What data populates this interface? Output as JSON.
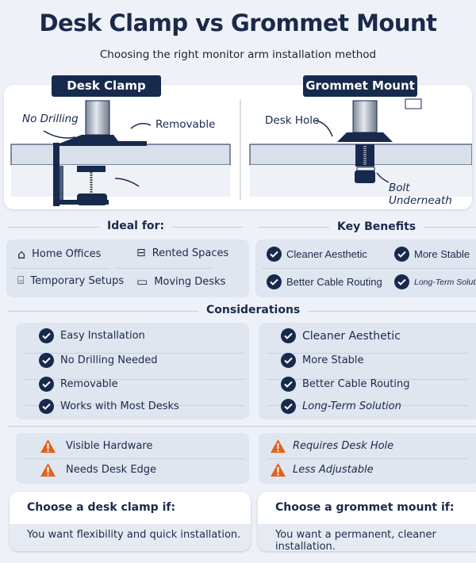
{
  "title": "Desk Clamp vs Grommet Mount",
  "subtitle": "Choosing the right monitor arm installation method",
  "illustration": {
    "clamp": {
      "label": "Desk Clamp",
      "callouts": [
        "No Drilling",
        "Removable"
      ]
    },
    "grommet": {
      "label": "Grommet Mount",
      "callouts": [
        "Desk Hole",
        "Bolt Underneath"
      ]
    }
  },
  "ideal_for": {
    "heading": "Ideal for:",
    "items": [
      {
        "label": "Home Offices",
        "icon": "home-office-icon"
      },
      {
        "label": "Rented Spaces",
        "icon": "rented-space-icon"
      },
      {
        "label": "Temporary Setups",
        "icon": "temporary-setup-icon"
      },
      {
        "label": "Moving Desks",
        "icon": "laptop-desk-icon"
      }
    ]
  },
  "key_benefits": {
    "heading": "Key Benefits",
    "items": [
      "Cleaner Aesthetic",
      "More Stable",
      "Better Cable Routing",
      "Long-Term Solution"
    ]
  },
  "considerations": {
    "heading": "Considerations",
    "clamp_pros": [
      "Easy Installation",
      "No Drilling Needed",
      "Removable",
      "Works with Most Desks"
    ],
    "grommet_pros": [
      "Cleaner Aesthetic",
      "More Stable",
      "Better Cable Routing",
      "Long-Term Solution"
    ],
    "clamp_cons": [
      "Visible Hardware",
      "Needs Desk Edge"
    ],
    "grommet_cons": [
      "Requires Desk Hole",
      "Less Adjustable"
    ]
  },
  "choose": {
    "clamp": {
      "heading": "Choose a desk clamp if:",
      "text": "You want flexibility and quick installation."
    },
    "grommet": {
      "heading": "Choose a grommet mount if:",
      "text": "You want a permanent, cleaner installation."
    }
  },
  "colors": {
    "navy": "#17294d",
    "warning": "#e0641c",
    "panel": "#dfe6f0",
    "background": "#eef2f8"
  }
}
